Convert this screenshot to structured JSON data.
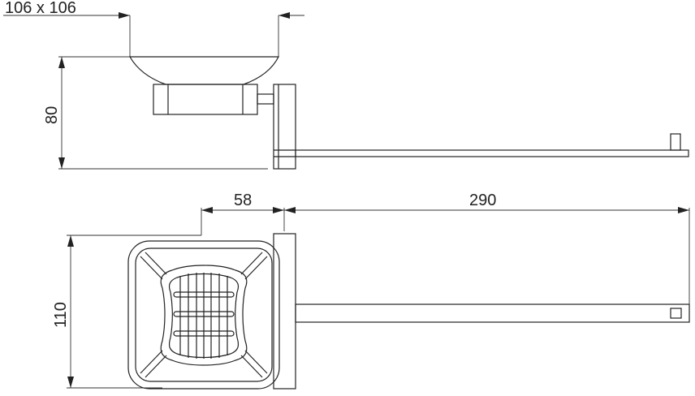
{
  "dimensions": {
    "dish_size": "106 x 106",
    "height": "80",
    "dish_depth": "58",
    "bar_length": "290",
    "width": "110"
  }
}
